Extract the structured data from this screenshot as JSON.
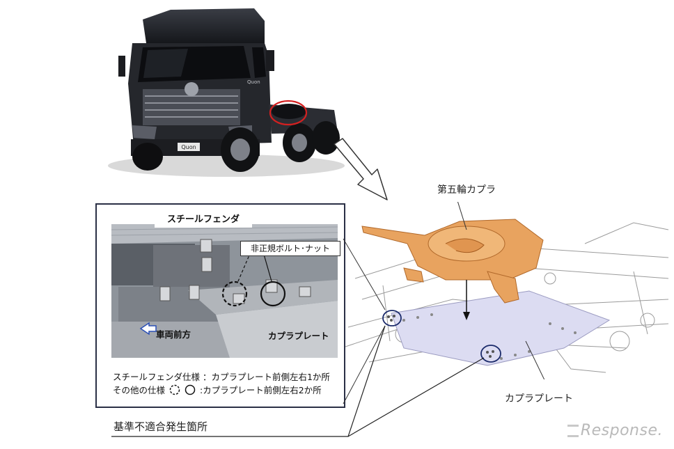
{
  "labels": {
    "fifth_wheel": "第五輪カプラ",
    "coupler_plate_diagram": "カプラプレート",
    "steel_fender": "スチールフェンダ",
    "nonstandard_bolt": "非正規ボルト･ナット",
    "vehicle_front": "車両前方",
    "coupler_plate_photo": "カプラプレート",
    "caption_steel": "スチールフェンダ仕様 ：カプラプレート前側左右1か所",
    "caption_other_prefix": "その他の仕様",
    "caption_other_suffix": ":カプラプレート前側左右2か所",
    "nonconformity": "基準不適合発生箇所",
    "truck_badge": "Quon",
    "truck_plate": "Quon"
  },
  "watermark": {
    "text": "Response.",
    "icon": "response-logo-icon"
  },
  "colors": {
    "coupler_orange": "#e8a35f",
    "plate_lavender": "#dcdcf2",
    "frame_navy": "#2a2f45",
    "highlight_red": "#d42020",
    "arrow_blue": "#2a4fb5"
  }
}
